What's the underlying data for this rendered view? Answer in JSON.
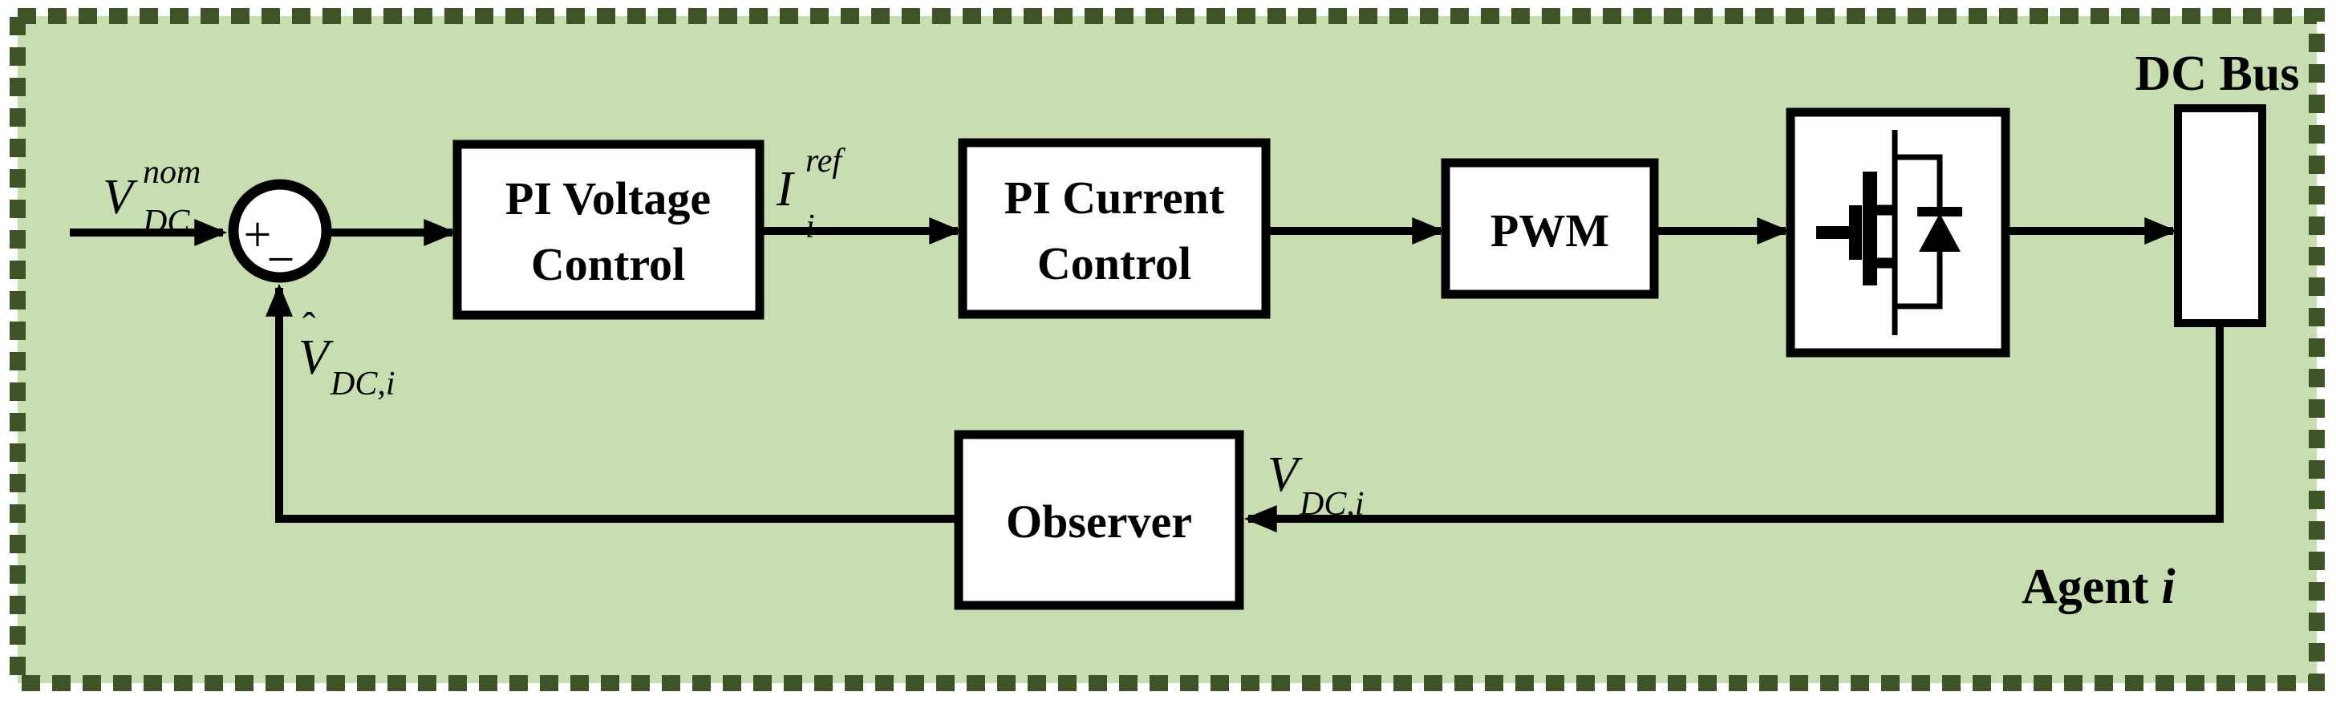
{
  "diagram": {
    "colors": {
      "background": "#c8deb0",
      "border": "#3e5427",
      "line": "#000000",
      "box_fill": "#ffffff"
    },
    "blocks": {
      "pi_voltage": {
        "line1": "PI Voltage",
        "line2": "Control"
      },
      "pi_current": {
        "line1": "PI Current",
        "line2": "Control"
      },
      "pwm": {
        "label": "PWM"
      },
      "observer": {
        "label": "Observer"
      },
      "dc_bus": {
        "label": "DC Bus"
      }
    },
    "summing_junction": {
      "plus": "+",
      "minus": "−"
    },
    "signals": {
      "vdc_nom": {
        "base": "V",
        "sup": "nom",
        "sub": "DC"
      },
      "i_ref": {
        "base": "I",
        "sup": "ref",
        "sub": "i"
      },
      "vdc_hat": {
        "hat": "ˆ",
        "base": "V",
        "sub": "DC,i"
      },
      "vdc_meas": {
        "base": "V",
        "sub": "DC,i"
      }
    },
    "agent": {
      "prefix": "Agent",
      "index": "i"
    }
  }
}
